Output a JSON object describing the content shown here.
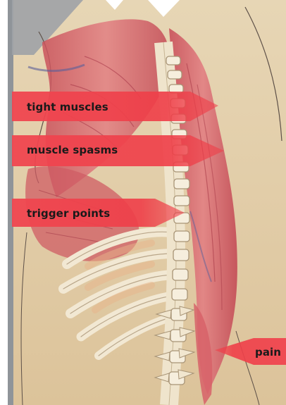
{
  "labels": {
    "tight_muscles": "tight muscles",
    "muscle_spasms": "muscle spasms",
    "trigger_points": "trigger points",
    "pain": "pain"
  },
  "colors": {
    "background": "#e6d3b0",
    "arrow": "#ef3e48",
    "muscle": "#d9646a",
    "bone": "#f4ecd9",
    "border": "#8f9499",
    "label_text": "#1a1a1a"
  },
  "icons": [
    "anatomy-illustration",
    "pointer-arrow"
  ]
}
